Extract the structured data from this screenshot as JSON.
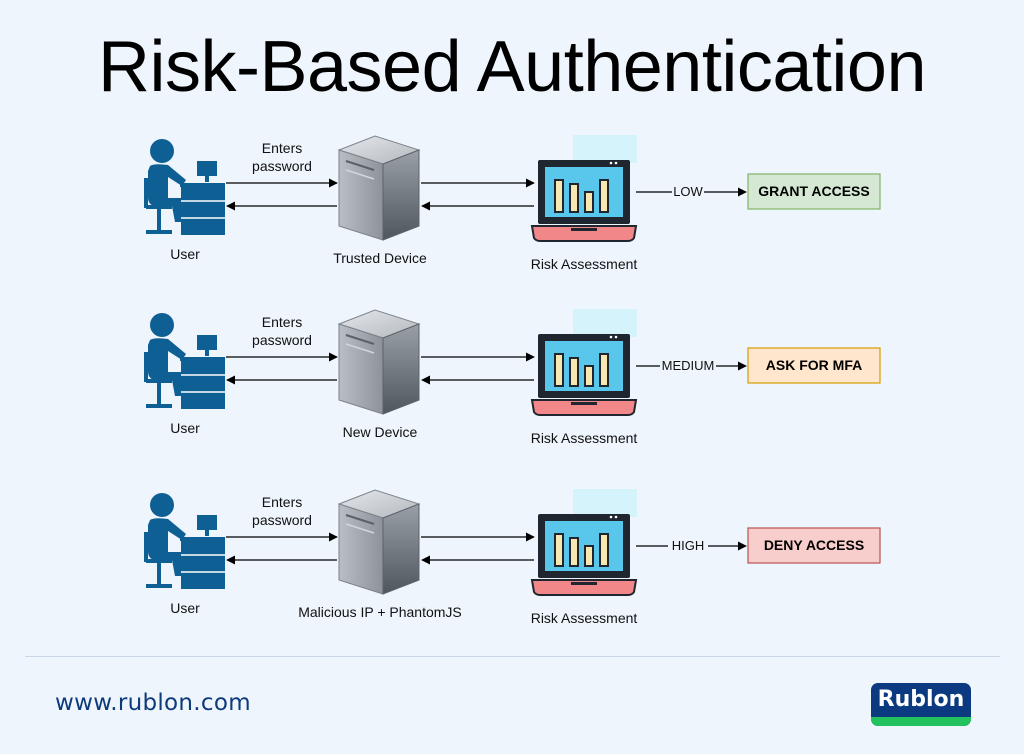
{
  "title": "Risk-Based Authentication",
  "rows": [
    {
      "user_label": "User",
      "action_label": [
        "Enters",
        "password"
      ],
      "device_label": "Trusted Device",
      "assessment_label": "Risk Assessment",
      "risk_level": "LOW",
      "outcome": "GRANT ACCESS",
      "outcome_fill": "#d5e8d4",
      "outcome_border": "#82b366"
    },
    {
      "user_label": "User",
      "action_label": [
        "Enters",
        "password"
      ],
      "device_label": "New Device",
      "assessment_label": "Risk Assessment",
      "risk_level": "MEDIUM",
      "outcome": "ASK FOR MFA",
      "outcome_fill": "#ffe6cc",
      "outcome_border": "#d79b00"
    },
    {
      "user_label": "User",
      "action_label": [
        "Enters",
        "password"
      ],
      "device_label": "Malicious IP + PhantomJS",
      "assessment_label": "Risk Assessment",
      "risk_level": "HIGH",
      "outcome": "DENY ACCESS",
      "outcome_fill": "#f8cecc",
      "outcome_border": "#b85450"
    }
  ],
  "footer": {
    "url": "www.rublon.com",
    "logo_text": "Rublon"
  },
  "colors": {
    "background": "#eef5fd",
    "user_icon": "#0e5f93",
    "laptop_frame": "#1f2630",
    "laptop_screen": "#59c7eb",
    "laptop_base": "#f2878a",
    "logo_bg": "#0b3a80",
    "logo_bar": "#22c35e"
  }
}
